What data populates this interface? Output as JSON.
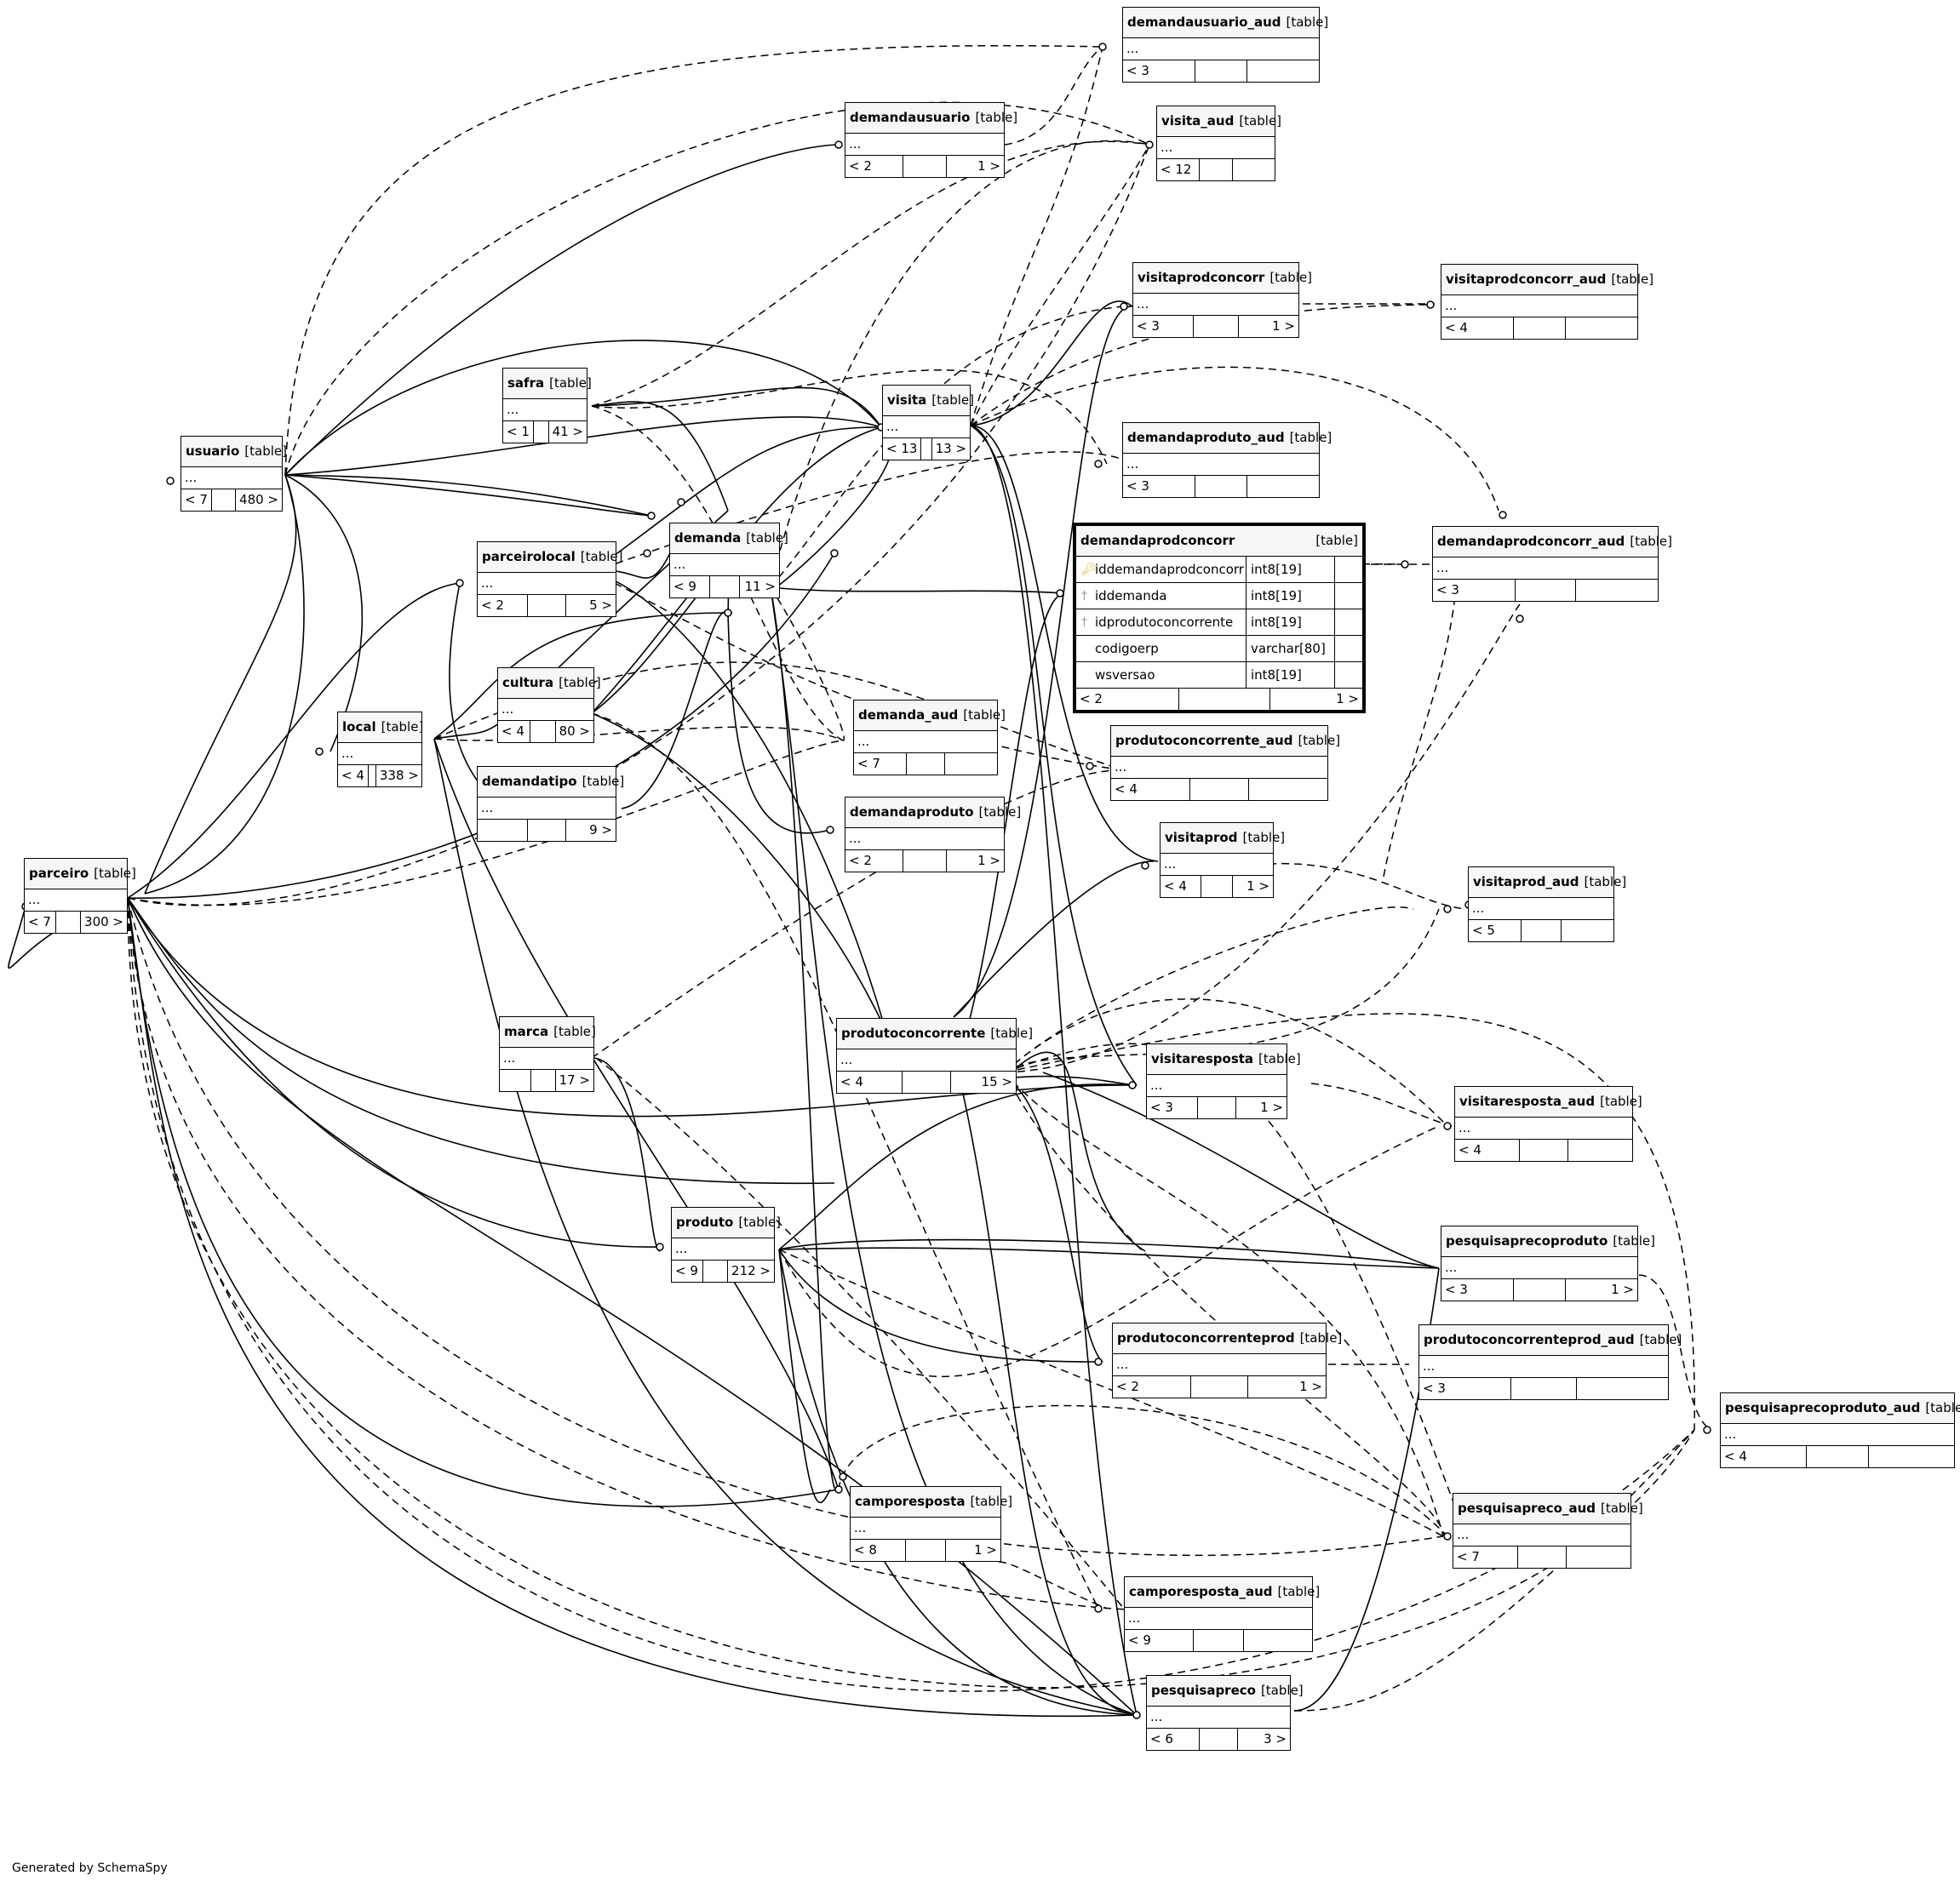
{
  "credit": "Generated by SchemaSpy",
  "table_tag": "[table]",
  "focus_table": {
    "name": "demandaprodconcorr",
    "tag": "[table]",
    "columns": [
      {
        "name": "iddemandaprodconcorr",
        "type": "int8[19]",
        "key": "primary-key-icon"
      },
      {
        "name": "iddemanda",
        "type": "int8[19]",
        "key": "foreign-key-icon"
      },
      {
        "name": "idprodutoconcorrente",
        "type": "int8[19]",
        "key": "foreign-key-icon"
      },
      {
        "name": "codigoerp",
        "type": "varchar[80]",
        "key": ""
      },
      {
        "name": "wsversao",
        "type": "int8[19]",
        "key": ""
      }
    ],
    "footer": [
      "< 2",
      "",
      "1 >"
    ]
  },
  "tables": {
    "demandausuario_aud": {
      "name": "demandausuario_aud",
      "dots": "...",
      "footer": [
        "< 3",
        "",
        ""
      ]
    },
    "demandausuario": {
      "name": "demandausuario",
      "dots": "...",
      "footer": [
        "< 2",
        "",
        "1 >"
      ]
    },
    "visita_aud": {
      "name": "visita_aud",
      "dots": "...",
      "footer": [
        "< 12",
        "",
        ""
      ]
    },
    "visitaprodconcorr": {
      "name": "visitaprodconcorr",
      "dots": "...",
      "footer": [
        "< 3",
        "",
        "1 >"
      ]
    },
    "visitaprodconcorr_aud": {
      "name": "visitaprodconcorr_aud",
      "dots": "...",
      "footer": [
        "< 4",
        "",
        ""
      ]
    },
    "safra": {
      "name": "safra",
      "dots": "...",
      "footer": [
        "< 1",
        "",
        "41 >"
      ]
    },
    "visita": {
      "name": "visita",
      "dots": "...",
      "footer": [
        "< 13",
        "",
        "13 >"
      ]
    },
    "usuario": {
      "name": "usuario",
      "dots": "...",
      "footer": [
        "< 7",
        "",
        "480 >"
      ]
    },
    "demandaproduto_aud": {
      "name": "demandaproduto_aud",
      "dots": "...",
      "footer": [
        "< 3",
        "",
        ""
      ]
    },
    "demandaprodconcorr_aud": {
      "name": "demandaprodconcorr_aud",
      "dots": "...",
      "footer": [
        "< 3",
        "",
        ""
      ]
    },
    "parceirolocal": {
      "name": "parceirolocal",
      "dots": "...",
      "footer": [
        "< 2",
        "",
        "5 >"
      ]
    },
    "demanda": {
      "name": "demanda",
      "dots": "...",
      "footer": [
        "< 9",
        "",
        "11 >"
      ]
    },
    "cultura": {
      "name": "cultura",
      "dots": "...",
      "footer": [
        "< 4",
        "",
        "80 >"
      ]
    },
    "demanda_aud": {
      "name": "demanda_aud",
      "dots": "...",
      "footer": [
        "< 7",
        "",
        ""
      ]
    },
    "local": {
      "name": "local",
      "dots": "...",
      "footer": [
        "< 4",
        "",
        "338 >"
      ]
    },
    "produtoconcorrente_aud": {
      "name": "produtoconcorrente_aud",
      "dots": "...",
      "footer": [
        "< 4",
        "",
        ""
      ]
    },
    "demandatipo": {
      "name": "demandatipo",
      "dots": "...",
      "footer": [
        "",
        "",
        "9 >"
      ]
    },
    "demandaproduto": {
      "name": "demandaproduto",
      "dots": "...",
      "footer": [
        "< 2",
        "",
        "1 >"
      ]
    },
    "visitaprod": {
      "name": "visitaprod",
      "dots": "...",
      "footer": [
        "< 4",
        "",
        "1 >"
      ]
    },
    "parceiro": {
      "name": "parceiro",
      "dots": "...",
      "footer": [
        "< 7",
        "",
        "300 >"
      ]
    },
    "visitaprod_aud": {
      "name": "visitaprod_aud",
      "dots": "...",
      "footer": [
        "< 5",
        "",
        ""
      ]
    },
    "marca": {
      "name": "marca",
      "dots": "...",
      "footer": [
        "",
        "",
        "17 >"
      ]
    },
    "produtoconcorrente": {
      "name": "produtoconcorrente",
      "dots": "...",
      "footer": [
        "< 4",
        "",
        "15 >"
      ]
    },
    "visitaresposta": {
      "name": "visitaresposta",
      "dots": "...",
      "footer": [
        "< 3",
        "",
        "1 >"
      ]
    },
    "visitaresposta_aud": {
      "name": "visitaresposta_aud",
      "dots": "...",
      "footer": [
        "< 4",
        "",
        ""
      ]
    },
    "produto": {
      "name": "produto",
      "dots": "...",
      "footer": [
        "< 9",
        "",
        "212 >"
      ]
    },
    "pesquisaprecoproduto": {
      "name": "pesquisaprecoproduto",
      "dots": "...",
      "footer": [
        "< 3",
        "",
        "1 >"
      ]
    },
    "produtoconcorrenteprod": {
      "name": "produtoconcorrenteprod",
      "dots": "...",
      "footer": [
        "< 2",
        "",
        "1 >"
      ]
    },
    "produtoconcorrenteprod_aud": {
      "name": "produtoconcorrenteprod_aud",
      "dots": "...",
      "footer": [
        "< 3",
        "",
        ""
      ]
    },
    "pesquisaprecoproduto_aud": {
      "name": "pesquisaprecoproduto_aud",
      "dots": "...",
      "footer": [
        "< 4",
        "",
        ""
      ]
    },
    "camporesposta": {
      "name": "camporesposta",
      "dots": "...",
      "footer": [
        "< 8",
        "",
        "1 >"
      ]
    },
    "pesquisapreco_aud": {
      "name": "pesquisapreco_aud",
      "dots": "...",
      "footer": [
        "< 7",
        "",
        ""
      ]
    },
    "camporesposta_aud": {
      "name": "camporesposta_aud",
      "dots": "...",
      "footer": [
        "< 9",
        "",
        ""
      ]
    },
    "pesquisapreco": {
      "name": "pesquisapreco",
      "dots": "...",
      "footer": [
        "< 6",
        "",
        "3 >"
      ]
    }
  }
}
